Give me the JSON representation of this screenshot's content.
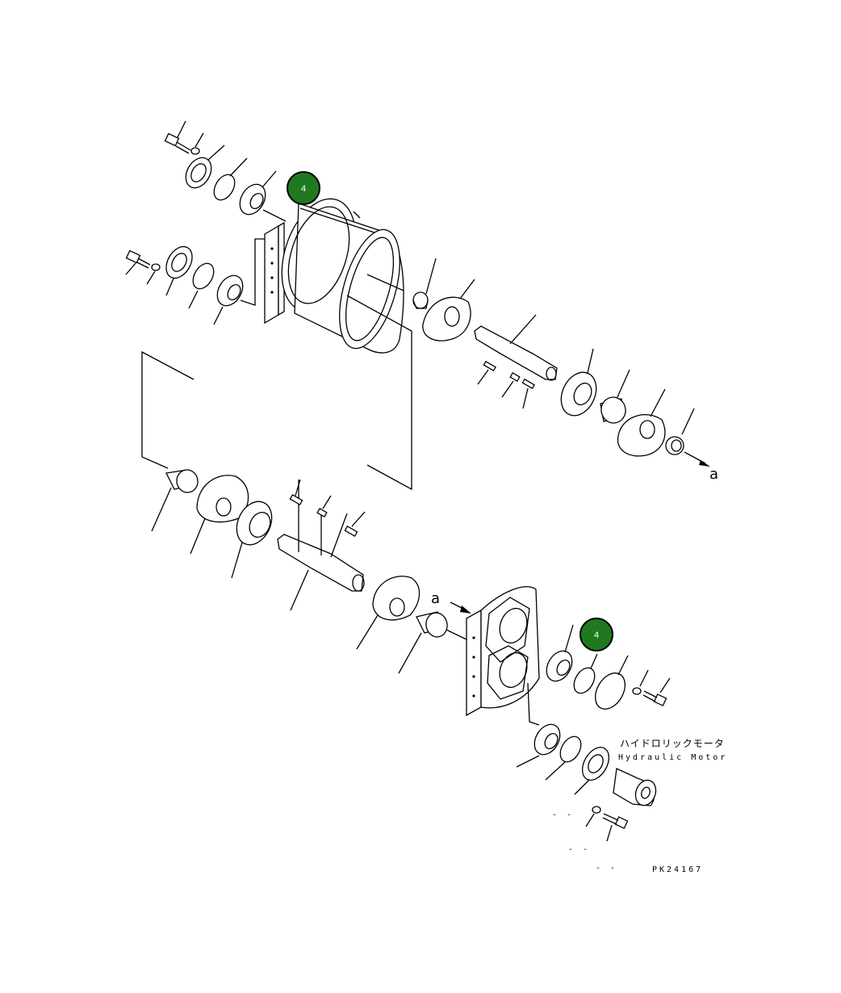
{
  "diagram": {
    "ref_labels": {
      "top": "a",
      "bottom": "a"
    },
    "badges": [
      {
        "text": "4"
      },
      {
        "text": "4"
      }
    ],
    "motor_label_jp": "ハイドロリックモータ",
    "motor_label_en": "Hydraulic Motor",
    "figure_code": "PK24167",
    "dash_marks": [
      "- -",
      "- -",
      "- -"
    ],
    "colors": {
      "badge_fill": "#1f7a1f",
      "line": "#000000"
    }
  }
}
